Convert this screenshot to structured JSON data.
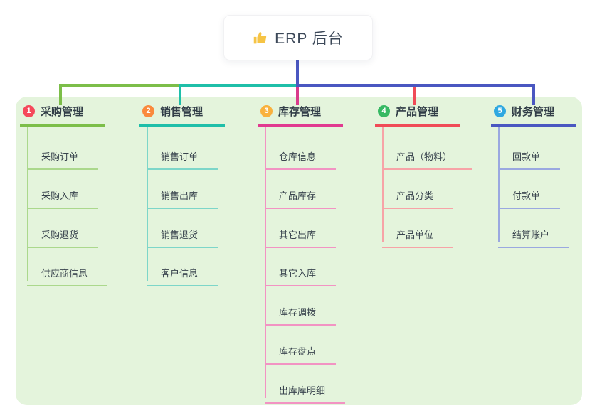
{
  "root": {
    "title": "ERP 后台",
    "icon": "thumbs-up",
    "trunk_color": "#4A57C1"
  },
  "panel": {
    "background": "#E4F4DC"
  },
  "connector_segments": [
    {
      "color": "#7CBE49"
    },
    {
      "color": "#1FBFA9"
    },
    {
      "color": "#4A57C1"
    }
  ],
  "branches": [
    {
      "number": "1",
      "label": "采购管理",
      "badge_color": "#F5495B",
      "line_color": "#7CBE49",
      "child_line_color": "#ABD88C",
      "drop_color": "#7CBE49",
      "children": [
        "采购订单",
        "采购入库",
        "采购退货",
        "供应商信息"
      ]
    },
    {
      "number": "2",
      "label": "销售管理",
      "badge_color": "#FA8A3D",
      "line_color": "#1FBFA9",
      "child_line_color": "#7DD6C9",
      "drop_color": "#1FBFA9",
      "children": [
        "销售订单",
        "销售出库",
        "销售退货",
        "客户信息"
      ]
    },
    {
      "number": "3",
      "label": "库存管理",
      "badge_color": "#F9B13E",
      "line_color": "#E13A90",
      "child_line_color": "#F293C3",
      "drop_color": "#D93A8C",
      "children": [
        "仓库信息",
        "产品库存",
        "其它出库",
        "其它入库",
        "库存调拨",
        "库存盘点",
        "出库库明细"
      ]
    },
    {
      "number": "4",
      "label": "产品管理",
      "badge_color": "#36B963",
      "line_color": "#F04B57",
      "child_line_color": "#F7A3A7",
      "drop_color": "#F04B57",
      "children": [
        "产品（物料）",
        "产品分类",
        "产品单位"
      ]
    },
    {
      "number": "5",
      "label": "财务管理",
      "badge_color": "#2FA8E1",
      "line_color": "#4A57C1",
      "child_line_color": "#9AA8E0",
      "drop_color": "#4A57C1",
      "children": [
        "回款单",
        "付款单",
        "结算账户"
      ]
    }
  ]
}
